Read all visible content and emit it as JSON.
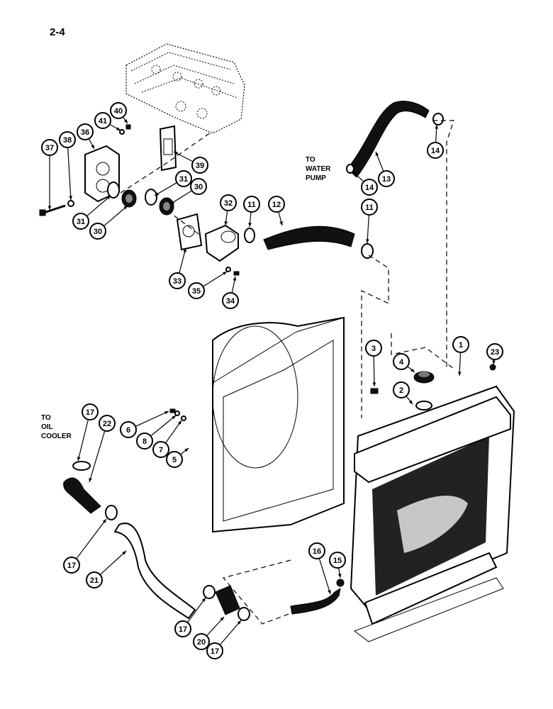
{
  "page_number": "2-4",
  "notes": {
    "to_water_pump": [
      "TO",
      "WATER",
      "PUMP"
    ],
    "to_oil_cooler": [
      "TO",
      "OIL",
      "COOLER"
    ]
  },
  "callouts": [
    "1",
    "2",
    "3",
    "4",
    "5",
    "6",
    "7",
    "8",
    "11",
    "11",
    "12",
    "13",
    "14",
    "14",
    "15",
    "16",
    "17",
    "17",
    "17",
    "17",
    "20",
    "21",
    "22",
    "23",
    "30",
    "30",
    "31",
    "31",
    "32",
    "33",
    "34",
    "35",
    "36",
    "37",
    "38",
    "39",
    "40",
    "41"
  ]
}
